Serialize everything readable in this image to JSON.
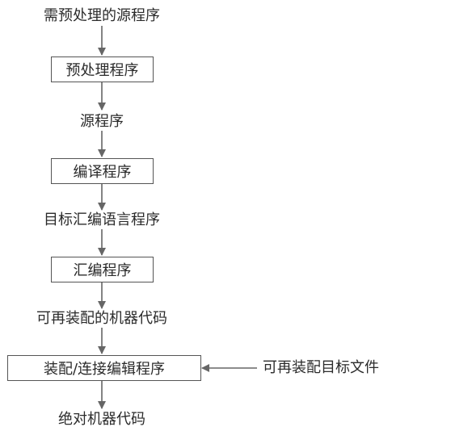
{
  "flow": {
    "source_to_preprocess": "需预处理的源程序",
    "preprocessor": "预处理程序",
    "source": "源程序",
    "compiler": "编译程序",
    "asm_source": "目标汇编语言程序",
    "assembler": "汇编程序",
    "relocatable_code": "可再装配的机器代码",
    "loader_linker": "装配/连接编辑程序",
    "absolute_code": "绝对机器代码"
  },
  "side_input": {
    "relocatable_object_files": "可再装配目标文件"
  },
  "colors": {
    "line": "#666666",
    "text": "#2b2b2b",
    "box_border": "#555555"
  }
}
